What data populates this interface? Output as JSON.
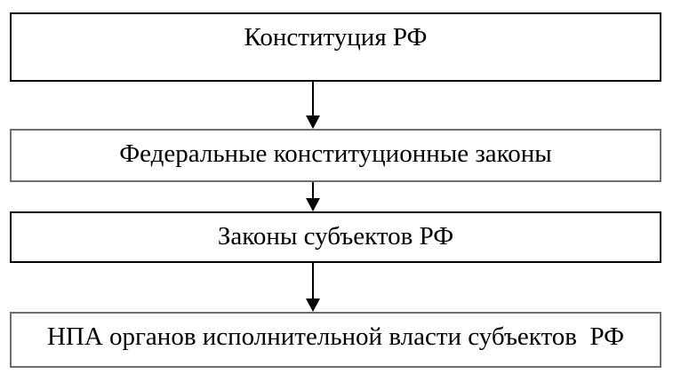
{
  "diagram": {
    "type": "flowchart-vertical-hierarchy",
    "background_color": "#ffffff",
    "text_color": "#000000",
    "arrow_color": "#000000",
    "border_colors": {
      "black": "#000000",
      "gray": "#6e6e6e"
    },
    "nodes": [
      {
        "id": "constitution",
        "label": "Конституция РФ",
        "border": "black"
      },
      {
        "id": "federal-constitutional-laws",
        "label": "Федеральные конституционные законы",
        "border": "gray"
      },
      {
        "id": "laws-of-subjects",
        "label": "Законы субъектов РФ",
        "border": "black"
      },
      {
        "id": "npa-executive-authorities",
        "label": "НПА органов исполнительной власти субъектов  РФ",
        "border": "gray"
      }
    ],
    "connections": [
      {
        "from": "constitution",
        "to": "federal-constitutional-laws",
        "style": "arrow-down"
      },
      {
        "from": "federal-constitutional-laws",
        "to": "laws-of-subjects",
        "style": "arrow-down"
      },
      {
        "from": "laws-of-subjects",
        "to": "npa-executive-authorities",
        "style": "arrow-down"
      }
    ]
  }
}
